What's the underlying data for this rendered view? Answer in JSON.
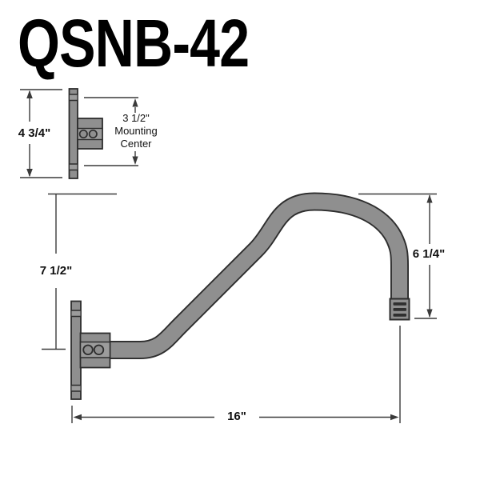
{
  "title": "QSNB-42",
  "colors": {
    "steel_gray": "#8f8f8f",
    "steel_light": "#9c9c9c",
    "outline": "#2d2d2d",
    "dimension_line": "#3a3a3a",
    "text": "#111111",
    "background": "#ffffff"
  },
  "detail_view": {
    "plate_height": "4 3/4\"",
    "mounting_center": {
      "line1": "3 1/2\"",
      "line2": "Mounting",
      "line3": "Center"
    }
  },
  "main_view": {
    "drop_height": "7 1/2\"",
    "neck_drop": "6 1/4\"",
    "reach": "16\""
  }
}
